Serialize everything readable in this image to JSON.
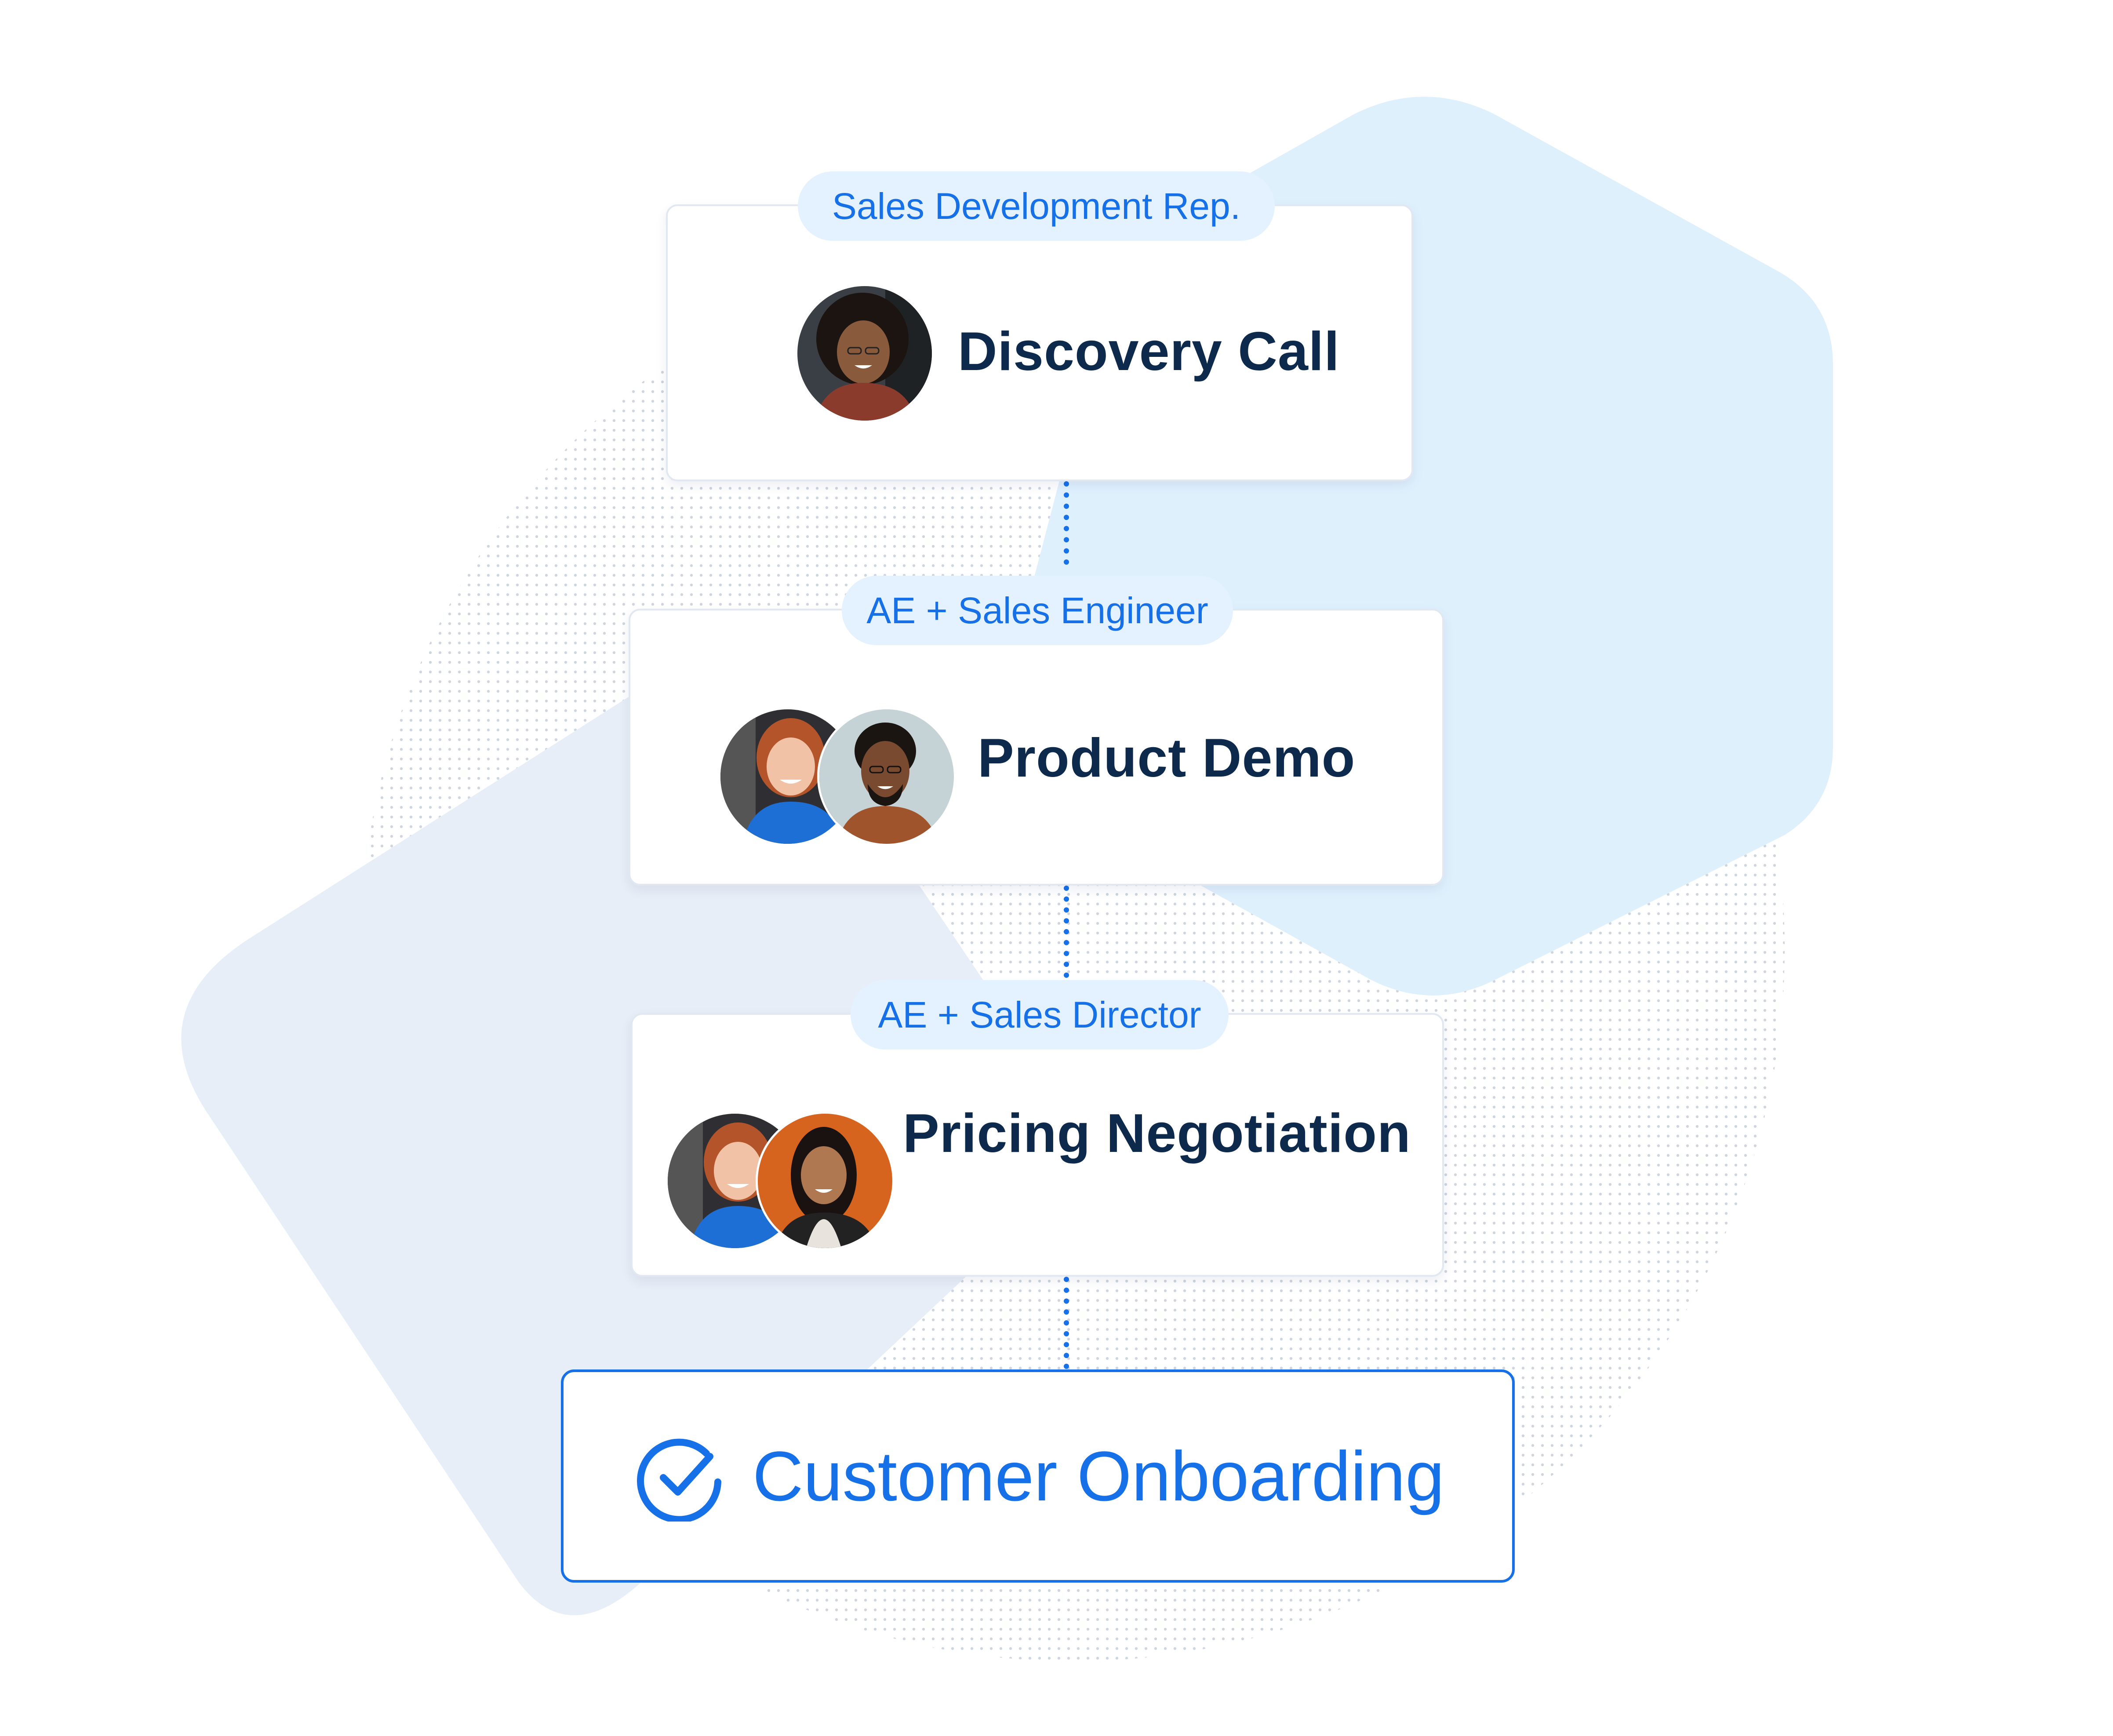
{
  "steps": [
    {
      "role": "Sales Development Rep.",
      "title": "Discovery Call",
      "people": 1
    },
    {
      "role": "AE + Sales Engineer",
      "title": "Product Demo",
      "people": 2
    },
    {
      "role": "AE + Sales Director",
      "title": "Pricing Negotiation",
      "people": 2
    }
  ],
  "final": {
    "title": "Customer Onboarding",
    "icon": "check-circle-icon"
  },
  "colors": {
    "accent": "#1670e8",
    "title": "#0d2a4c",
    "pill_bg": "#e4f1ff",
    "shape_light_blue": "#dff0fd",
    "shape_grey_blue": "#e8eef7"
  }
}
